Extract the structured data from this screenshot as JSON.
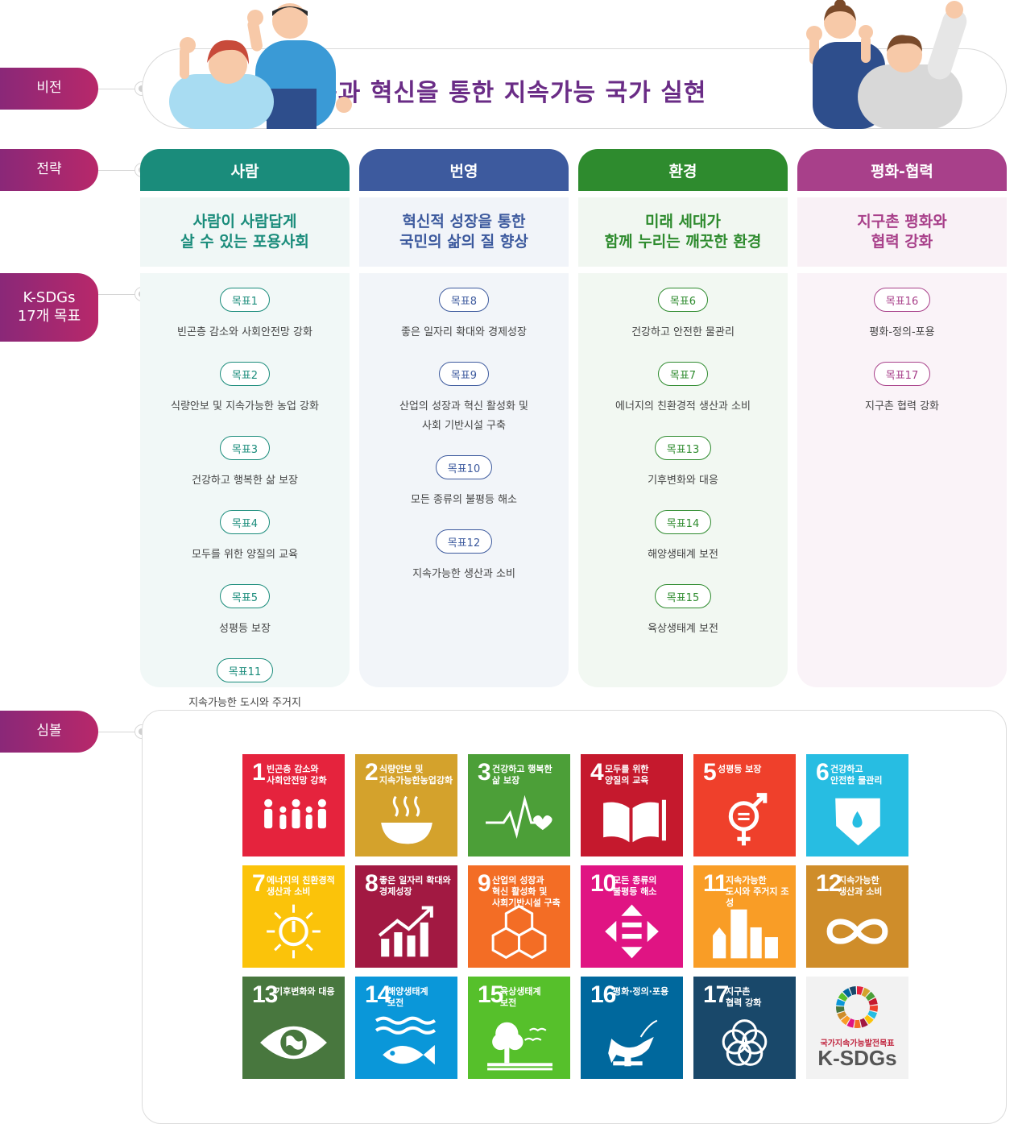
{
  "labels": {
    "vision": "비전",
    "strategy": "전략",
    "goals": "K-SDGs\n17개 목표",
    "symbol": "심볼"
  },
  "vision": {
    "title": "포용과 혁신을 통한 지속가능 국가 실현"
  },
  "columns": [
    {
      "head": "사람",
      "sub": [
        "사람이 사람답게",
        "살 수 있는 포용사회"
      ],
      "head_color": "#1a8c7b",
      "sub_bg": "#f0f7f6",
      "body_bg": "#f1f8f7",
      "accent": "#1a8c7b",
      "goals": [
        {
          "badge": "목표1",
          "text": "빈곤층 감소와 사회안전망 강화"
        },
        {
          "badge": "목표2",
          "text": "식량안보 및 지속가능한 농업 강화"
        },
        {
          "badge": "목표3",
          "text": "건강하고 행복한 삶 보장"
        },
        {
          "badge": "목표4",
          "text": "모두를 위한 양질의 교육"
        },
        {
          "badge": "목표5",
          "text": "성평등 보장"
        },
        {
          "badge": "목표11",
          "text": "지속가능한 도시와 주거지"
        }
      ]
    },
    {
      "head": "번영",
      "sub": [
        "혁신적 성장을 통한",
        "국민의 삶의 질 향상"
      ],
      "head_color": "#3d5a9e",
      "sub_bg": "#f1f4f9",
      "body_bg": "#f2f5f9",
      "accent": "#3d5a9e",
      "goals": [
        {
          "badge": "목표8",
          "text": "좋은 일자리 확대와 경제성장"
        },
        {
          "badge": "목표9",
          "text": "산업의 성장과 혁신 활성화 및\n사회 기반시설 구축"
        },
        {
          "badge": "목표10",
          "text": "모든 종류의 불평등 해소"
        },
        {
          "badge": "목표12",
          "text": "지속가능한 생산과 소비"
        }
      ]
    },
    {
      "head": "환경",
      "sub": [
        "미래 세대가",
        "함께 누리는 깨끗한 환경"
      ],
      "head_color": "#2e8b2e",
      "sub_bg": "#f1f7f1",
      "body_bg": "#f2f8f2",
      "accent": "#2e8b2e",
      "goals": [
        {
          "badge": "목표6",
          "text": "건강하고 안전한 물관리"
        },
        {
          "badge": "목표7",
          "text": "에너지의 친환경적 생산과 소비"
        },
        {
          "badge": "목표13",
          "text": "기후변화와 대응"
        },
        {
          "badge": "목표14",
          "text": "해양생태계 보전"
        },
        {
          "badge": "목표15",
          "text": "육상생태계 보전"
        }
      ]
    },
    {
      "head": "평화-협력",
      "sub": [
        "지구촌 평화와",
        "협력 강화"
      ],
      "head_color": "#a8408a",
      "sub_bg": "#f9f1f6",
      "body_bg": "#faf3f8",
      "accent": "#a8408a",
      "goals": [
        {
          "badge": "목표16",
          "text": "평화-정의-포용"
        },
        {
          "badge": "목표17",
          "text": "지구촌 협력 강화"
        }
      ]
    }
  ],
  "tiles": [
    {
      "num": "1",
      "label": "빈곤층 감소와\n사회안전망 강화",
      "color": "#e5233d",
      "icon": "people-icon"
    },
    {
      "num": "2",
      "label": "식량안보 및\n지속가능한농업강화",
      "color": "#d4a22c",
      "icon": "bowl-icon"
    },
    {
      "num": "3",
      "label": "건강하고 행복한\n삶 보장",
      "color": "#4c9f38",
      "icon": "heartbeat-icon"
    },
    {
      "num": "4",
      "label": "모두를 위한\n양질의 교육",
      "color": "#c5192d",
      "icon": "book-icon"
    },
    {
      "num": "5",
      "label": "성평등 보장",
      "color": "#ef402b",
      "icon": "gender-icon"
    },
    {
      "num": "6",
      "label": "건강하고\n안전한 물관리",
      "color": "#27bde2",
      "icon": "water-icon"
    },
    {
      "num": "7",
      "label": "에너지의 친환경적\n생산과 소비",
      "color": "#fbc30a",
      "icon": "sun-power-icon"
    },
    {
      "num": "8",
      "label": "좋은 일자리 확대와\n경제성장",
      "color": "#a21942",
      "icon": "growth-chart-icon"
    },
    {
      "num": "9",
      "label": "산업의 성장과\n혁신 활성화 및\n사회기반시설 구축",
      "color": "#f36d25",
      "icon": "cubes-icon"
    },
    {
      "num": "10",
      "label": "모든 종류의\n불평등 해소",
      "color": "#e01483",
      "icon": "equality-icon"
    },
    {
      "num": "11",
      "label": "지속가능한\n도시와 주거지 조성",
      "color": "#f99d26",
      "icon": "city-icon"
    },
    {
      "num": "12",
      "label": "지속가능한\n생산과 소비",
      "color": "#cf8d2a",
      "icon": "infinity-icon"
    },
    {
      "num": "13",
      "label": "기후변화와 대응",
      "color": "#48773e",
      "icon": "eye-globe-icon"
    },
    {
      "num": "14",
      "label": "해양생태계\n보전",
      "color": "#0a97d9",
      "icon": "fish-icon"
    },
    {
      "num": "15",
      "label": "육상생태계\n보전",
      "color": "#56c02b",
      "icon": "tree-icon"
    },
    {
      "num": "16",
      "label": "평화·정의·포용",
      "color": "#00689d",
      "icon": "dove-icon"
    },
    {
      "num": "17",
      "label": "지구촌\n협력 강화",
      "color": "#19486a",
      "icon": "rings-icon"
    }
  ],
  "ksdgs": {
    "caption": "국가지속가능발전목표",
    "title": "K-SDGs"
  }
}
